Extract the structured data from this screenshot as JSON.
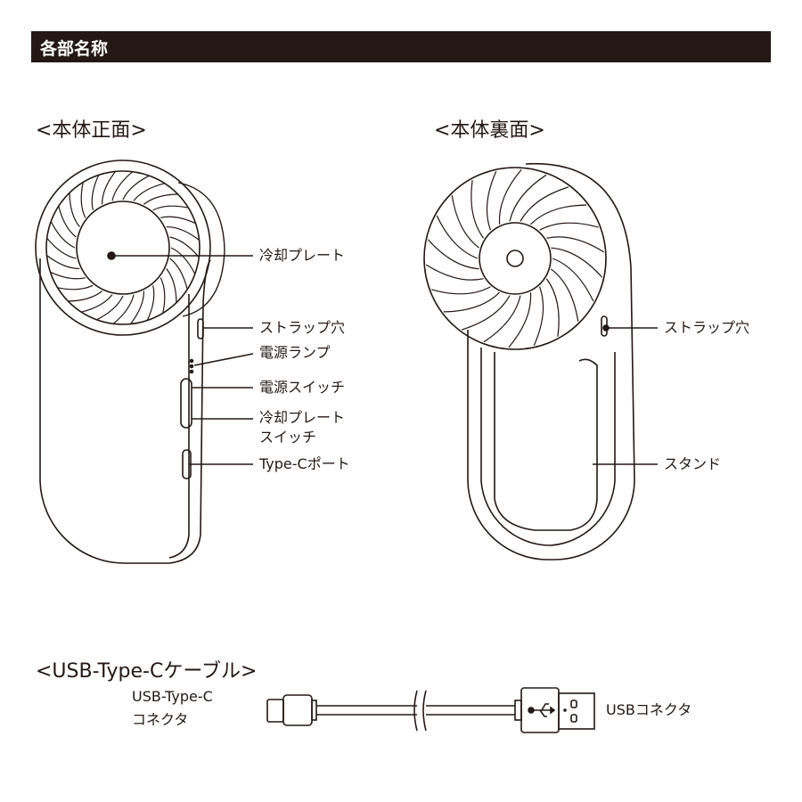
{
  "header": {
    "title": "各部名称"
  },
  "front": {
    "title": "<本体正面>",
    "labels": {
      "cooling_plate": "冷却プレート",
      "strap_hole": "ストラップ穴",
      "power_lamp": "電源ランプ",
      "power_switch": "電源スイッチ",
      "cooling_switch_line1": "冷却プレート",
      "cooling_switch_line2": "スイッチ",
      "typec_port": "Type-Cポート"
    }
  },
  "back": {
    "title": "<本体裏面>",
    "labels": {
      "strap_hole": "ストラップ穴",
      "stand": "スタンド"
    }
  },
  "cable": {
    "title": "<USB-Type-Cケーブル>",
    "typec_line1": "USB-Type-C",
    "typec_line2": "コネクタ",
    "usb_connector": "USBコネクタ"
  },
  "colors": {
    "ink": "#231815",
    "background": "#ffffff"
  }
}
